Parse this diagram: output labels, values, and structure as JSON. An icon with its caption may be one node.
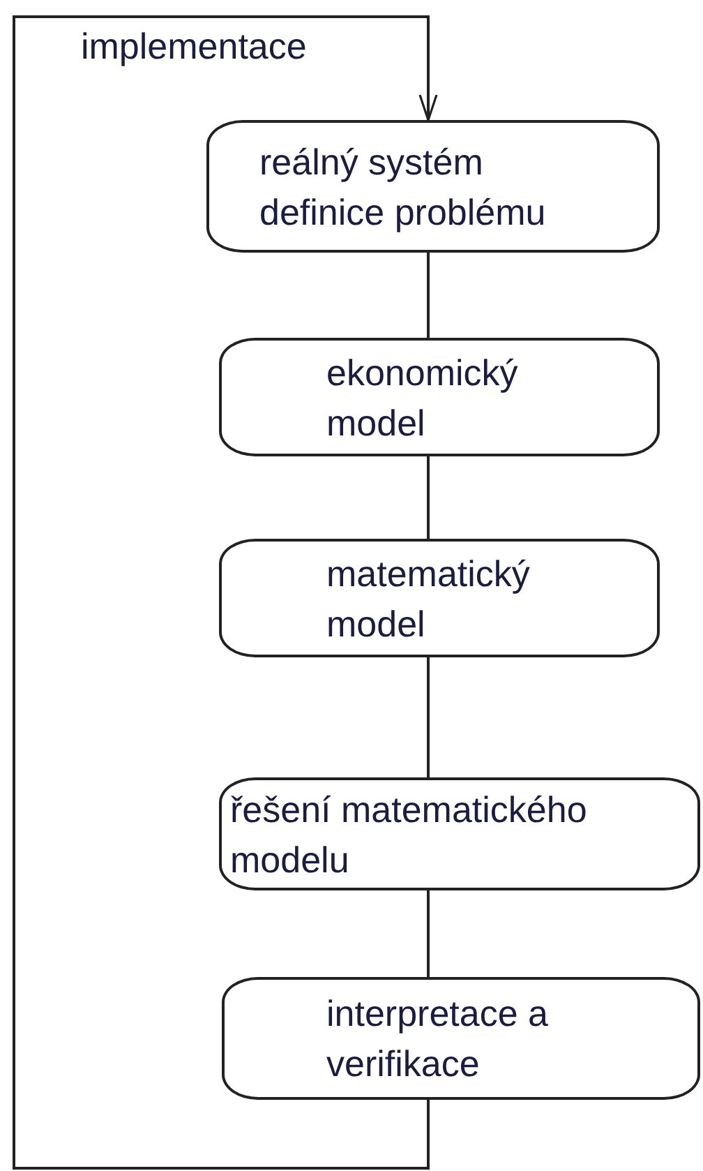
{
  "diagram": {
    "nodes": [
      {
        "text": [
          "reálný systém definice problému"
        ]
      },
      {
        "text": [
          "ekonomický model"
        ]
      },
      {
        "text": [
          "matematický model"
        ]
      },
      {
        "text": [
          "řešení matematického modelu"
        ]
      },
      {
        "text": [
          "interpretace a verifikace"
        ]
      }
    ],
    "edges": [
      {
        "from": 0,
        "to": 1,
        "arrow": "none"
      },
      {
        "from": 1,
        "to": 2,
        "arrow": "none"
      },
      {
        "from": 2,
        "to": 3,
        "arrow": "none"
      },
      {
        "from": 3,
        "to": 4,
        "arrow": "none"
      },
      {
        "from": 4,
        "to": 0,
        "arrow": "to",
        "label": "implementace"
      }
    ]
  }
}
